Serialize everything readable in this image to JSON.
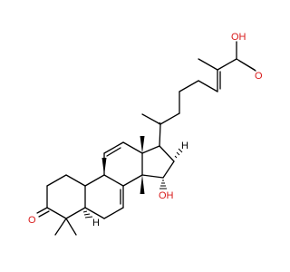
{
  "structure": {
    "atom_labels": {
      "acid_oh": "OH",
      "acid_carbonyl_o": "O",
      "hydroxyl": "OH",
      "ketone_o": "O",
      "h_c17": "H",
      "h_c5": "H"
    },
    "colors": {
      "bond": "#000000",
      "heteroatom": "#d81b1b",
      "background": "#ffffff"
    }
  }
}
